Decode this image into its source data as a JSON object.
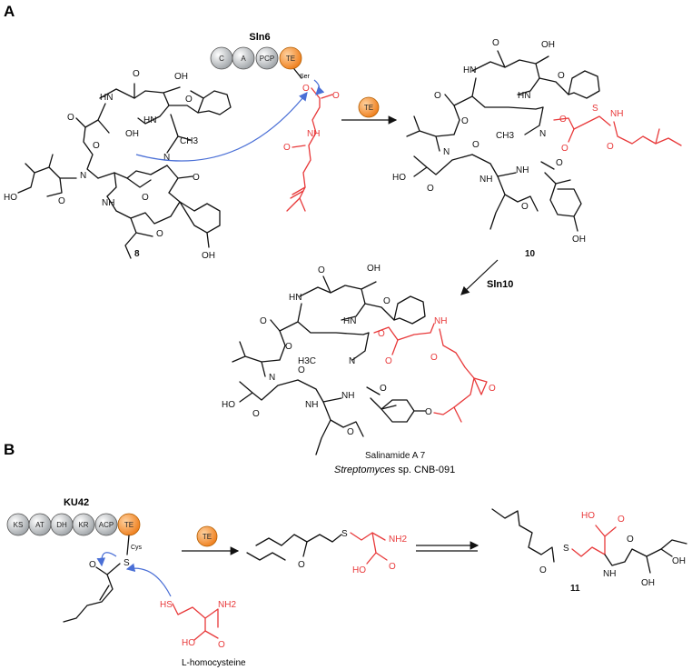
{
  "panels": {
    "a_label": "A",
    "b_label": "B"
  },
  "panel_a": {
    "enzyme_name": "Sln6",
    "domains": [
      "C",
      "A",
      "PCP",
      "TE"
    ],
    "ser_label": "Ser",
    "arrow1_label": "TE",
    "arrow2_label": "Sln10",
    "compound_8": "8",
    "compound_10": "10",
    "product_name": "Salinamide A 7",
    "organism_italic": "Streptomyces",
    "organism_rest": "sp. CNB-091",
    "atoms": {
      "oh": "OH",
      "hn": "HN",
      "nh": "NH",
      "n": "N",
      "ch3": "CH3",
      "ho": "HO",
      "o": "O",
      "s": "S",
      "h3c": "H3C"
    }
  },
  "panel_b": {
    "enzyme_name": "KU42",
    "domains": [
      "KS",
      "AT",
      "DH",
      "KR",
      "ACP",
      "TE"
    ],
    "cys_label": "Cys",
    "arrow_label": "TE",
    "compound_11": "11",
    "substrate_name": "L-homocysteine",
    "atoms": {
      "s": "S",
      "hs": "HS",
      "nh2": "NH2",
      "ho": "HO",
      "o": "O",
      "nh": "NH",
      "oh": "OH"
    }
  },
  "colors": {
    "highlight_red": "#e8393a",
    "arrow_blue": "#4a6fd6",
    "domain_gray": "#b8bcc0",
    "domain_orange": "#f28a2e"
  }
}
